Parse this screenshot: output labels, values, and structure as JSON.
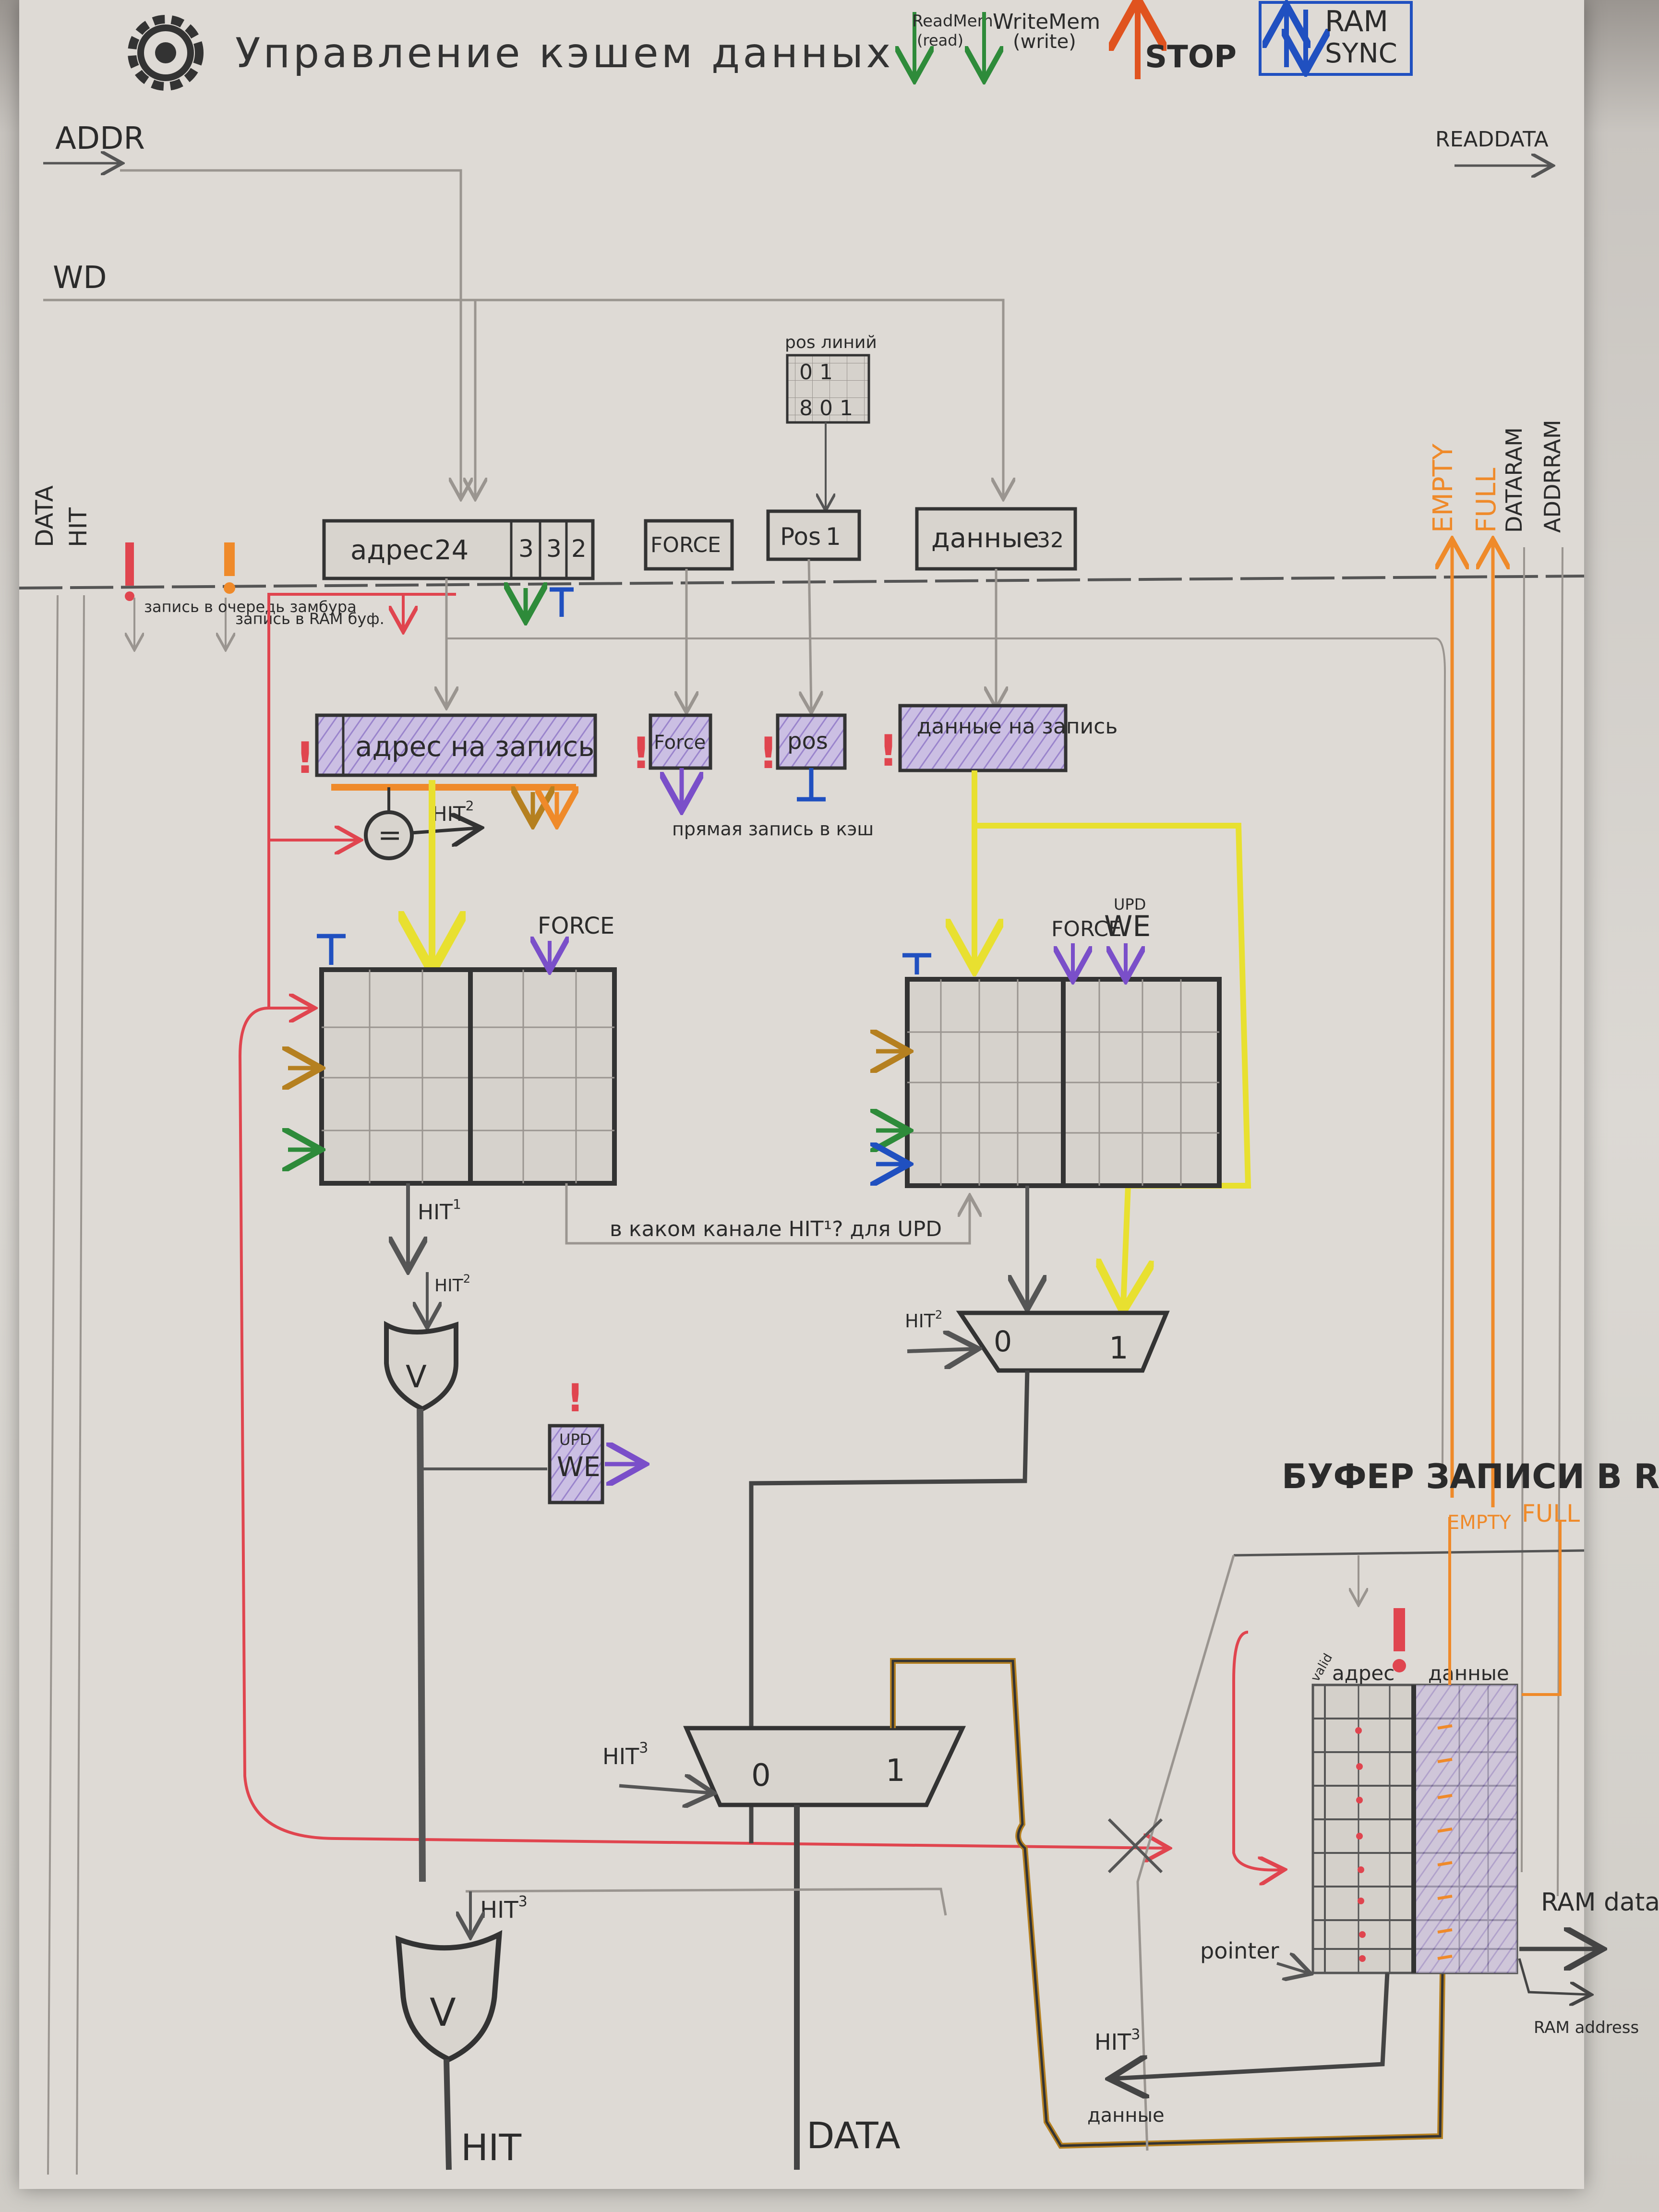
{
  "header": {
    "title": "Управление кэшем данных",
    "legend": {
      "readmem": "ReadMem",
      "readmem_sub": "(read)",
      "writemem": "WriteMem",
      "writemem_sub": "(write)",
      "stop": "STOP",
      "ramsync": "RAM",
      "ramsync_sub": "SYNC"
    }
  },
  "colors": {
    "readmem": "#2e8b3a",
    "writemem": "#2e8b3a",
    "stop": "#e0531f",
    "ramsync": "#2050c0",
    "stage_fill": "#b9acd6",
    "red": "#e0454f",
    "yellow": "#e8e030",
    "orange": "#ef8a2a",
    "purple": "#7a4fc9"
  },
  "buses": {
    "addr": "ADDR",
    "wd": "WD",
    "readdata": "READDATA",
    "data": "DATA",
    "hit": "HIT",
    "empty": "EMPTY",
    "full": "FULL",
    "dataram": "DATARAM",
    "addrram": "ADDRRAM"
  },
  "pipeline": {
    "pos_lines": "pos линий",
    "stage1": {
      "addr": "адрес",
      "addr_width": "24",
      "w1": "3",
      "w2": "3",
      "w3": "2",
      "force": "FORCE",
      "pos": "Pos",
      "pos_width": "1",
      "data": "данные",
      "data_width": "32"
    },
    "notes": {
      "write_queue": "запись в очередь замбура",
      "write_ram": "запись в RAM буф."
    },
    "stage2": {
      "addr": "адрес на запись",
      "force": "Force",
      "pos": "pos",
      "data": "данные на запись"
    },
    "direct_write": "прямая запись в кэш",
    "hit": "HIT",
    "hit1": "1",
    "hit2": "2",
    "hit3": "3"
  },
  "arrays": {
    "force": "FORCE",
    "force2": "FORCE",
    "upd": "UPD",
    "we": "WE",
    "question": "в каком канале HIT¹? для UPD"
  },
  "mux": {
    "in0": "0",
    "in1": "1"
  },
  "gates": {
    "or": "V",
    "eq": "="
  },
  "updwe": {
    "upd": "UPD",
    "we": "WE"
  },
  "buffer": {
    "title": "БУФЕР ЗАПИСИ В RAM",
    "empty": "EMPTY",
    "full": "FULL",
    "col_valid": "valid",
    "col_addr": "адрес",
    "col_data": "данные",
    "pointer": "pointer",
    "ram_data": "RAM data",
    "ram_address": "RAM address",
    "hit": "HIT",
    "data": "данные"
  },
  "outputs": {
    "hit": "HIT",
    "data": "DATA"
  }
}
